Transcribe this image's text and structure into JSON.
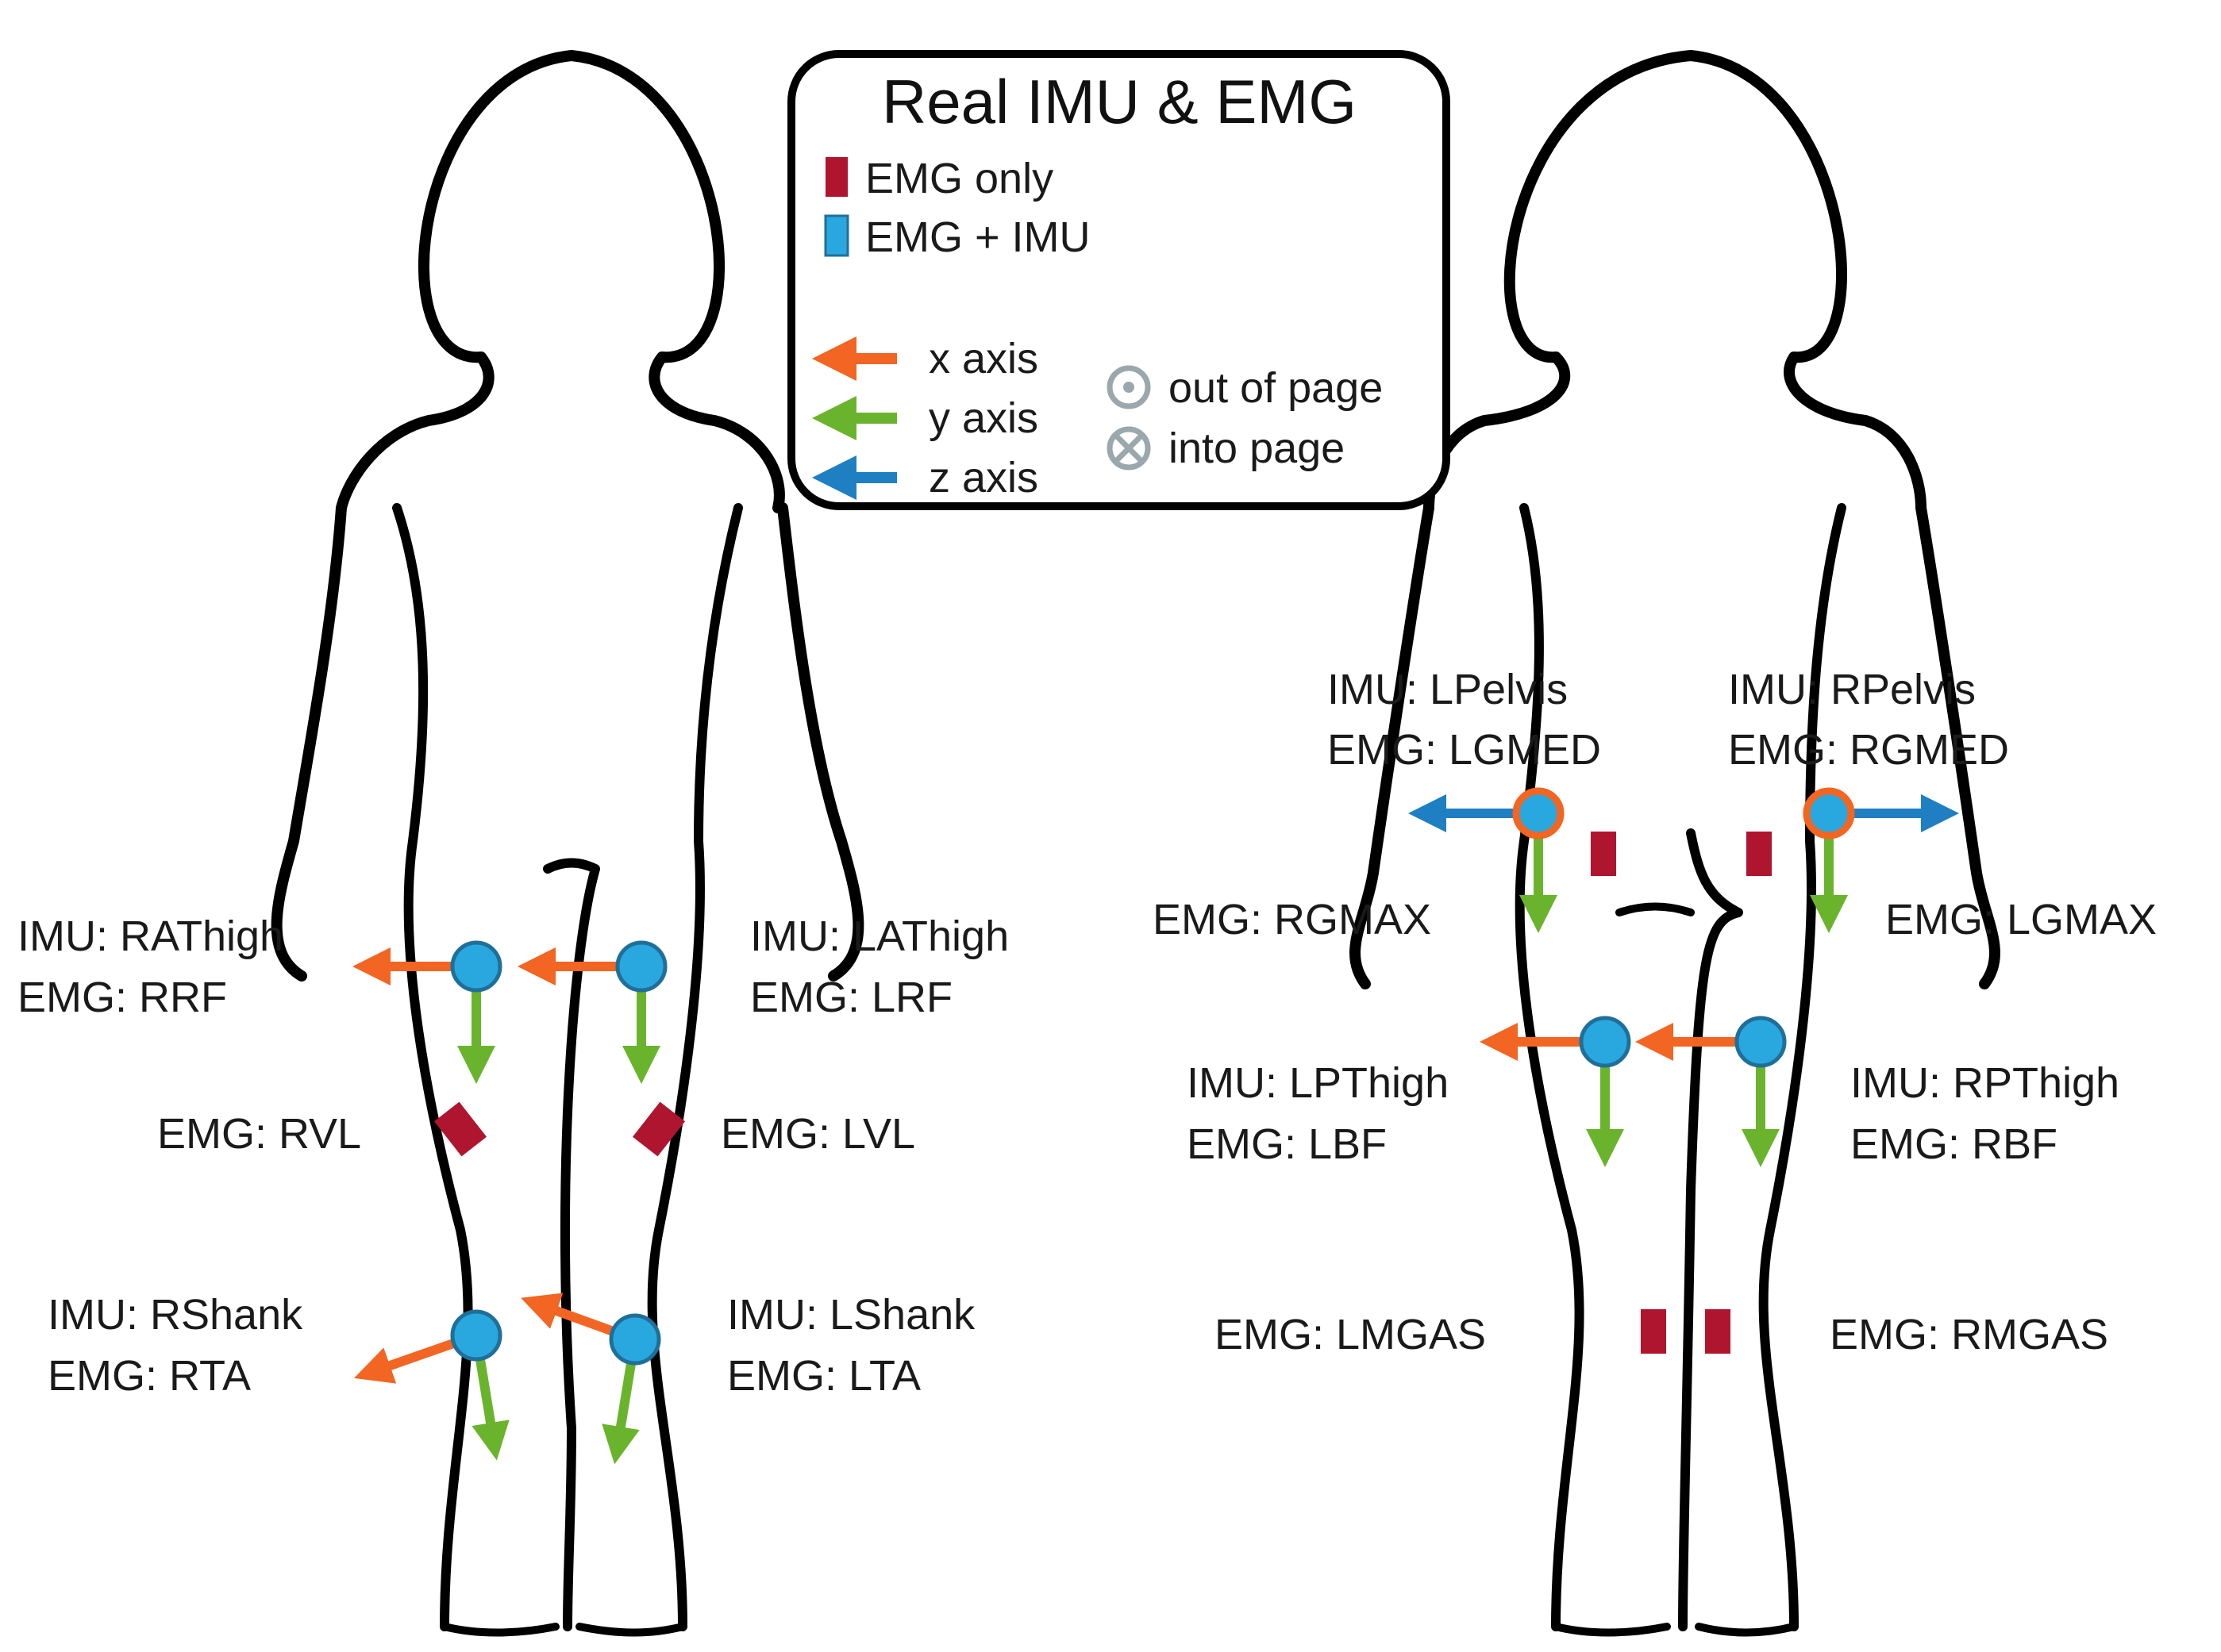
{
  "legend": {
    "title": "Real IMU & EMG",
    "emg_only": "EMG only",
    "emg_imu": "EMG + IMU",
    "x_axis": "x axis",
    "y_axis": "y axis",
    "z_axis": "z axis",
    "out_of_page": "out of page",
    "into_page": "into page"
  },
  "colors": {
    "x_axis": "#f26522",
    "y_axis": "#6ab42d",
    "z_axis": "#1f7fc3",
    "emg_only": "#b0152f",
    "emg_imu": "#29a8e0",
    "body_outline": "#000000"
  },
  "front": {
    "right_thigh": {
      "imu": "IMU: RAThigh",
      "emg": "EMG: RRF"
    },
    "left_thigh": {
      "imu": "IMU: LAThigh",
      "emg": "EMG: LRF"
    },
    "right_vl": "EMG: RVL",
    "left_vl": "EMG: LVL",
    "right_shank": {
      "imu": "IMU: RShank",
      "emg": "EMG: RTA"
    },
    "left_shank": {
      "imu": "IMU: LShank",
      "emg": "EMG: LTA"
    }
  },
  "back": {
    "left_pelvis": {
      "imu": "IMU: LPelvis",
      "emg": "EMG: LGMED"
    },
    "right_pelvis": {
      "imu": "IMU: RPelvis",
      "emg": "EMG: RGMED"
    },
    "rgmax": "EMG: RGMAX",
    "lgmax": "EMG: LGMAX",
    "left_pthigh": {
      "imu": "IMU: LPThigh",
      "emg": "EMG: LBF"
    },
    "right_pthigh": {
      "imu": "IMU: RPThigh",
      "emg": "EMG: RBF"
    },
    "lmgas": "EMG: LMGAS",
    "rmgas": "EMG: RMGAS"
  }
}
